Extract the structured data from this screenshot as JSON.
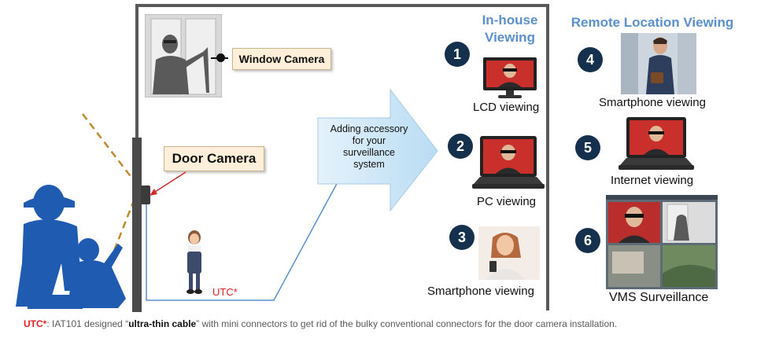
{
  "headings": {
    "in_house": [
      "In-house",
      "Viewing"
    ],
    "remote": "Remote Location Viewing"
  },
  "callouts": {
    "window_camera": "Window Camera",
    "door_camera": "Door Camera"
  },
  "arrow_text": [
    "Adding accessory",
    "for your surveillance",
    "system"
  ],
  "utc_label": "UTC*",
  "in_house_items": [
    {
      "number": "1",
      "label": "LCD viewing"
    },
    {
      "number": "2",
      "label": "PC viewing"
    },
    {
      "number": "3",
      "label": "Smartphone viewing"
    }
  ],
  "remote_items": [
    {
      "number": "4",
      "label": "Smartphone viewing"
    },
    {
      "number": "5",
      "label": "Internet viewing"
    },
    {
      "number": "6",
      "label": "VMS  Surveillance"
    }
  ],
  "footnote": {
    "prefix": "UTC*",
    "pre": ":  IAT101 designed “",
    "bold": "ultra-thin cable",
    "post": "” with mini connectors to get rid of the bulky conventional connectors for the door camera installation."
  },
  "colors": {
    "heading_blue": "#5b8fd0",
    "number_badge": "#14304d",
    "utc_red": "#e02020",
    "callout_fill": "#fdefd9",
    "arrow_fill": "#c5e3f6",
    "silhouette_blue": "#1f5bb0"
  }
}
